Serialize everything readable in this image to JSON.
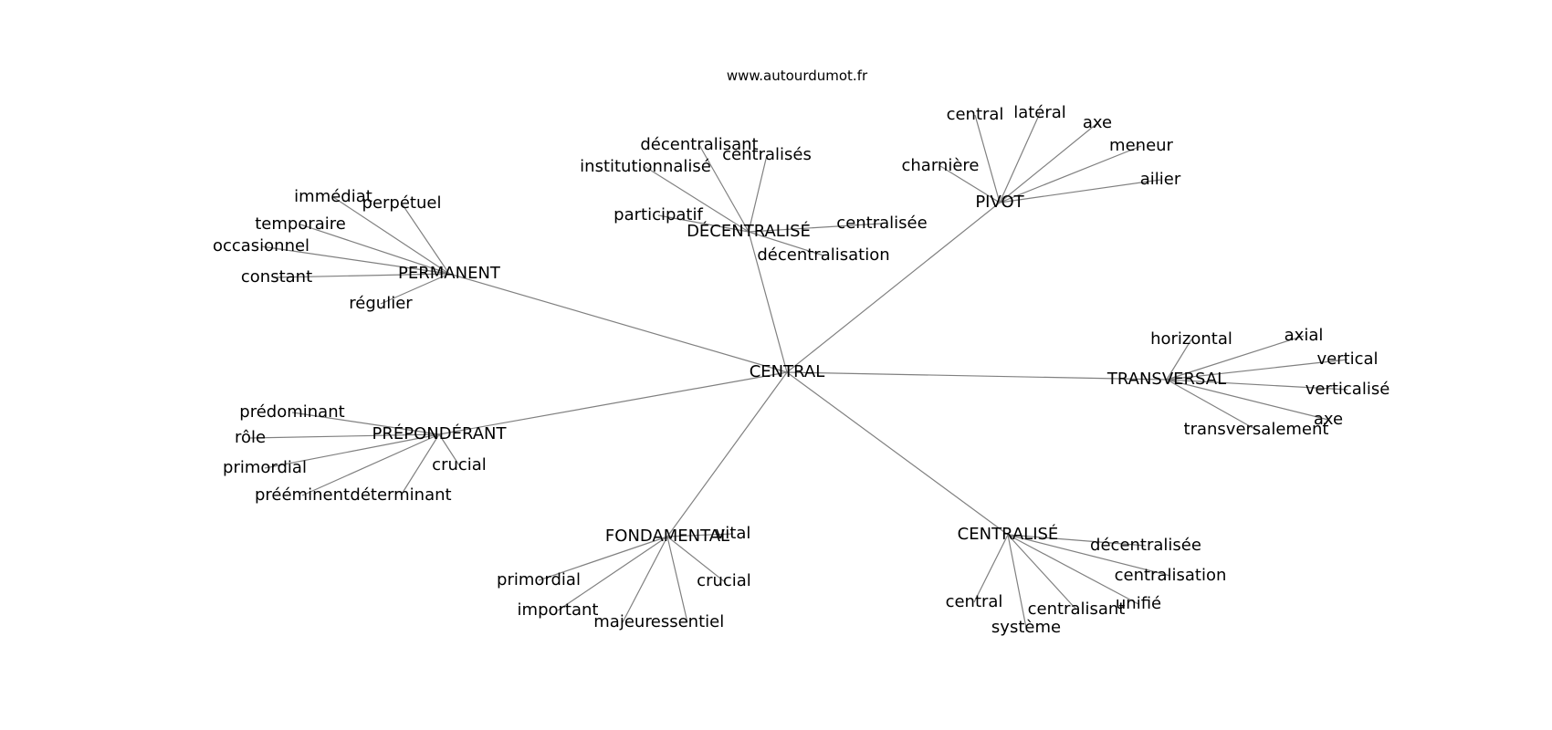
{
  "source": "www.autourdumot.fr",
  "center": "CENTRAL",
  "hubs": [
    {
      "id": "permanent",
      "label": "PERMANENT",
      "leaves": [
        "immédiat",
        "perpétuel",
        "temporaire",
        "occasionnel",
        "constant",
        "régulier"
      ]
    },
    {
      "id": "decentralise",
      "label": "DÉCENTRALISÉ",
      "leaves": [
        "décentralisant",
        "centralisés",
        "institutionnalisé",
        "participatif",
        "centralisée",
        "décentralisation"
      ]
    },
    {
      "id": "pivot",
      "label": "PIVOT",
      "leaves": [
        "central",
        "latéral",
        "axe",
        "meneur",
        "charnière",
        "ailier"
      ]
    },
    {
      "id": "transversal",
      "label": "TRANSVERSAL",
      "leaves": [
        "horizontal",
        "axial",
        "vertical",
        "verticalisé",
        "axe",
        "transversalement"
      ]
    },
    {
      "id": "preponderant",
      "label": "PRÉPONDÉRANT",
      "leaves": [
        "prédominant",
        "rôle",
        "primordial",
        "crucial",
        "prééminent",
        "déterminant"
      ]
    },
    {
      "id": "fondamental",
      "label": "FONDAMENTAL",
      "leaves": [
        "vital",
        "primordial",
        "crucial",
        "important",
        "majeur",
        "essentiel"
      ]
    },
    {
      "id": "centralise",
      "label": "CENTRALISÉ",
      "leaves": [
        "décentralisée",
        "centralisation",
        "central",
        "unifié",
        "centralisant",
        "système"
      ]
    }
  ]
}
